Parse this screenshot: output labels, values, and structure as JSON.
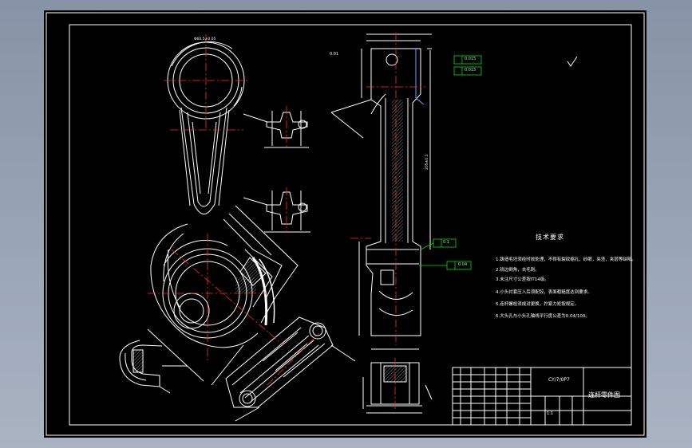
{
  "drawing": {
    "tech_title": "技术要求",
    "tech_lines": [
      "1.铸造毛坯须经时效处理，不得有裂纹缩孔，砂眼，夹渣，夹层等缺陷。",
      "2.锐边倒角，去毛刺。",
      "3.未注尺寸公差按IT14级。",
      "4.小头衬套压入后须配铰，表面粗糙度达到要求。",
      "5.连杆螺栓须成对更换，拧紧力矩按规定。",
      "6.大头孔与小头孔轴线平行度公差为0.04/100。"
    ],
    "titleblock": {
      "title": "连杆零件图",
      "code": "CY/7/0P7",
      "ratio": "1:1"
    },
    "datums": {
      "d1": "0.015",
      "d2": "0.015",
      "d3": "0.04",
      "d4": "0.1",
      "d5": "0.01"
    },
    "dims": {
      "d_top": "Φ60.5±0.05",
      "d_shank": "205±0.1"
    }
  },
  "colors": {
    "background_gradient_top": "#8793a6",
    "sheet": "#000000",
    "line": "#ffffff",
    "centerline": "#ff2a2a",
    "tolerance_frame": "#00e000",
    "leader": "#6aa8ff"
  }
}
